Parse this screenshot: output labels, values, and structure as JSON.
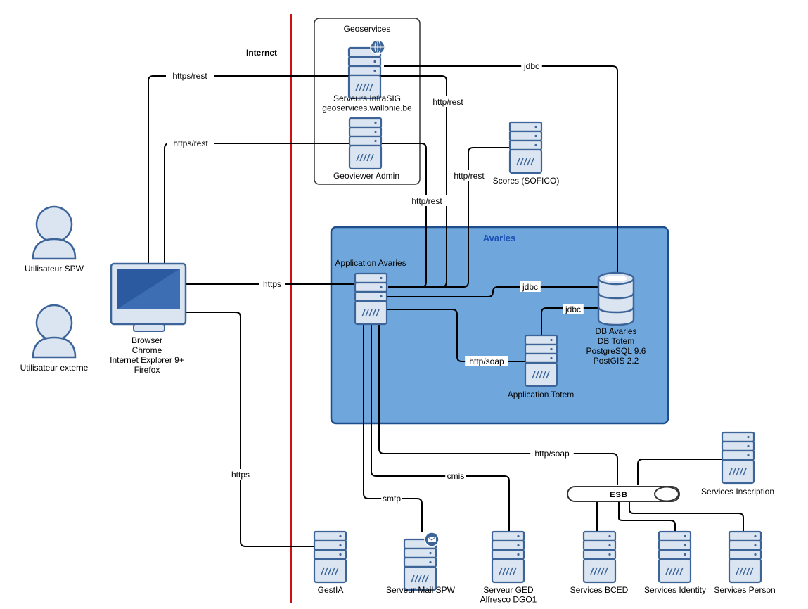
{
  "title_internet": "Internet",
  "groups": {
    "geoservices": "Geoservices",
    "avaries": "Avaries",
    "esb": "ESB"
  },
  "users": {
    "spw": "Utilisateur SPW",
    "externe": "Utilisateur externe"
  },
  "browser": {
    "lines": [
      "Browser",
      "Chrome",
      "Internet Explorer 9+",
      "Firefox"
    ]
  },
  "servers": {
    "infrasig": [
      "Serveurs InfraSIG",
      "geoservices.wallonie.be"
    ],
    "geoviewer": [
      "Geoviewer Admin"
    ],
    "scores": [
      "Scores (SOFICO)"
    ],
    "app_avaries": [
      "Application Avaries"
    ],
    "db_avaries": [
      "DB Avaries",
      "DB Totem",
      "PostgreSQL 9.6",
      "PostGIS 2.2"
    ],
    "app_totem": [
      "Application Totem"
    ],
    "gestia": [
      "GestIA"
    ],
    "mail": [
      "Serveur Mail SPW"
    ],
    "ged": [
      "Serveur GED",
      "Alfresco DGO1"
    ],
    "bced": [
      "Services BCED"
    ],
    "identity": [
      "Services Identity"
    ],
    "person": [
      "Services Person"
    ],
    "inscription": [
      "Services Inscription"
    ]
  },
  "connections": {
    "https_rest_1": "https/rest",
    "https_rest_2": "https/rest",
    "https_browser": "https",
    "https_gestia": "https",
    "jdbc_infrasig": "jdbc",
    "http_rest_infrasig": "http/rest",
    "http_rest_scores": "http/rest",
    "http_rest_geoviewer": "http/rest",
    "jdbc_app": "jdbc",
    "jdbc_totem": "jdbc",
    "http_soap_totem": "http/soap",
    "http_soap_esb": "http/soap",
    "cmis": "cmis",
    "smtp": "smtp"
  },
  "colors": {
    "internet_line": "#CC1111",
    "avaries_fill": "#6FA7DC",
    "avaries_stroke": "#1F4E8C",
    "avaries_title": "#1A4FB5",
    "server_fill": "#DAE5F1",
    "server_stroke": "#3C6499",
    "person_fill": "#DAE5F1"
  },
  "icons": {
    "server": "server-icon",
    "database": "database-icon",
    "user": "user-icon",
    "monitor": "monitor-icon",
    "globe": "globe-icon",
    "mail": "mail-icon"
  }
}
